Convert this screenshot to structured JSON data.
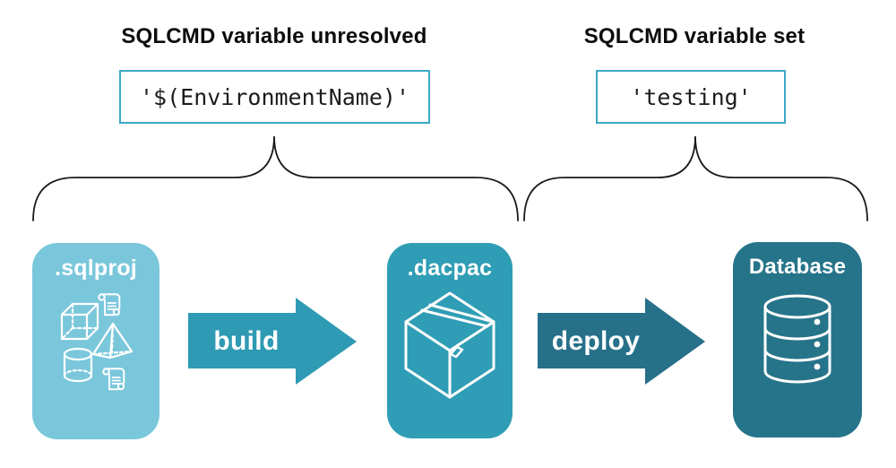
{
  "annotations": {
    "unresolved": {
      "heading": "SQLCMD variable unresolved",
      "code": "'$(EnvironmentName)'"
    },
    "resolved": {
      "heading": "SQLCMD variable set",
      "code": "'testing'"
    }
  },
  "pipeline": {
    "stages": [
      {
        "label": ".sqlproj",
        "color": "#7ac7db",
        "icon": "sql-objects-icon"
      },
      {
        "label": ".dacpac",
        "color": "#2f9db5",
        "icon": "package-box-icon"
      },
      {
        "label": "Database",
        "color": "#26748a",
        "icon": "database-icon"
      }
    ],
    "arrows": [
      {
        "label": "build",
        "color": "#2e9ab3"
      },
      {
        "label": "deploy",
        "color": "#26708a"
      }
    ]
  },
  "colors": {
    "background": "#ffffff",
    "code_box_border": "#3ba9c5",
    "heading_text": "#0c0c0c",
    "code_text": "#1c1c1c",
    "brace_stroke": "#1a1a1a",
    "card_label_text": "#ffffff"
  }
}
